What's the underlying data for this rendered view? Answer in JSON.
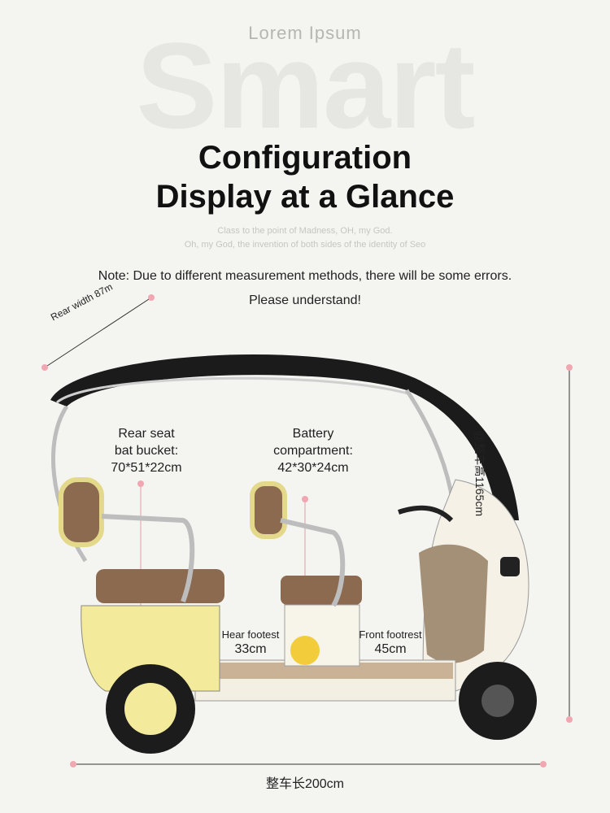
{
  "header": {
    "eyebrow": "Lorem Ipsum",
    "background_word": "Smart",
    "headline_line1": "Configuration",
    "headline_line2": "Display at a Glance",
    "sub_line1": "Class to the point of Madness, OH, my God.",
    "sub_line2": "Oh, my God, the invention of both sides of the identity of Seo"
  },
  "note": {
    "line1": "Note: Due to different measurement methods, there will be some errors.",
    "line2": "Please understand!"
  },
  "dimensions": {
    "rear_width": "Rear width 87m",
    "height": "@整车高1165cm",
    "length": "整车长200cm",
    "rear_seat_line1": "Rear seat",
    "rear_seat_line2": "bat bucket:",
    "rear_seat_value": "70*51*22cm",
    "battery_line1": "Battery",
    "battery_line2": "compartment:",
    "battery_value": "42*30*24cm",
    "rear_footrest_label": "Hear footest",
    "rear_footrest_value": "33cm",
    "front_footrest_label": "Front footrest",
    "front_footrest_value": "45cm"
  },
  "colors": {
    "background": "#f4f4f1",
    "marker_dot": "#f1a7b1",
    "vehicle_yellow": "#f3ea9c",
    "vehicle_roof": "#1b1b1b",
    "seat_brown": "#8b6a4f"
  }
}
